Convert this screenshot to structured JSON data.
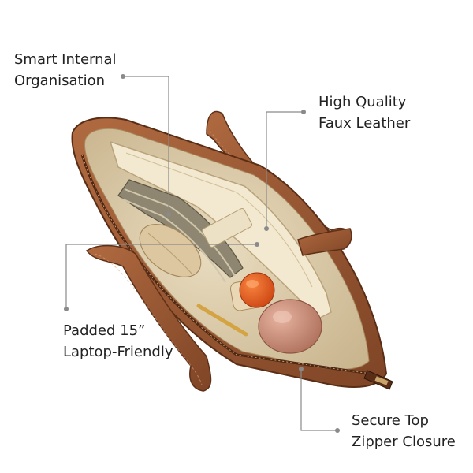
{
  "callouts": [
    {
      "id": "organisation",
      "lines": [
        "Smart Internal",
        "Organisation"
      ]
    },
    {
      "id": "leather",
      "lines": [
        "High Quality",
        "Faux Leather"
      ]
    },
    {
      "id": "laptop",
      "lines": [
        "Padded 15”",
        "Laptop-Friendly"
      ]
    },
    {
      "id": "zipper",
      "lines": [
        "Secure Top",
        "Zipper Closure"
      ]
    }
  ],
  "colors": {
    "background": "#ffffff",
    "text": "#222222",
    "leader_line": "#8a8a8a",
    "leather": "#9a5a36",
    "leather_dark": "#6e3a1f",
    "lining": "#d9c7a2",
    "laptop": "#f1e6cc",
    "cap": "#e2541d",
    "bottle": "#c9907c"
  }
}
